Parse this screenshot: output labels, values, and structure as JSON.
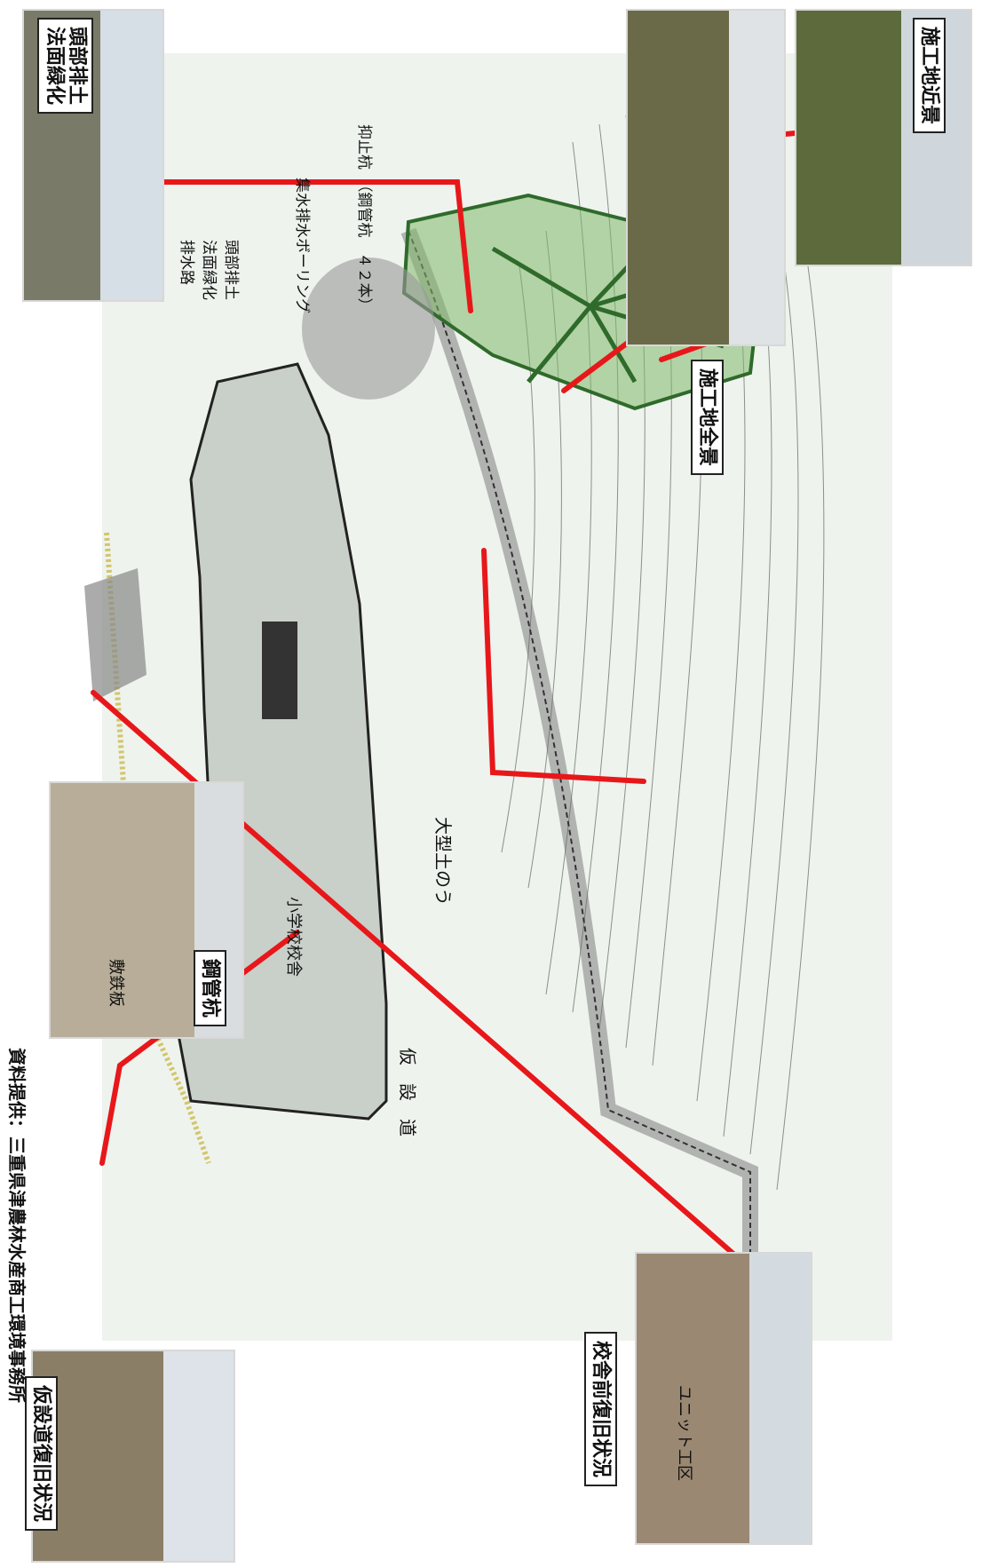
{
  "labels": {
    "head_drainage": "頭部排土\n法面緑化",
    "site_closeup": "施工地近景",
    "site_overview": "施工地全景",
    "steel_pipe_pile": "鋼管杭",
    "temp_road_restore": "仮設道復旧状況",
    "school_front_restore": "校舎前復旧状況"
  },
  "map": {
    "temp_road": "仮　設　道",
    "big_sandbag": "大型土のう",
    "school_building": "小学校校舎",
    "steel_plate": "敷鉄板",
    "unit_works": "ユニット工区",
    "head_works_note": "頭部排土\n法面緑化\n排水路",
    "drain_boring": "集水排水ボーリング",
    "restraint_pile": "抑止杭　（鋼管杭　４２本）"
  },
  "source": "資料提供：三重県津農林水産商工環境事務所",
  "colors": {
    "arrow": "#e8171a",
    "green_area": "#7fb86a",
    "map_bg": "#eef3ee"
  }
}
